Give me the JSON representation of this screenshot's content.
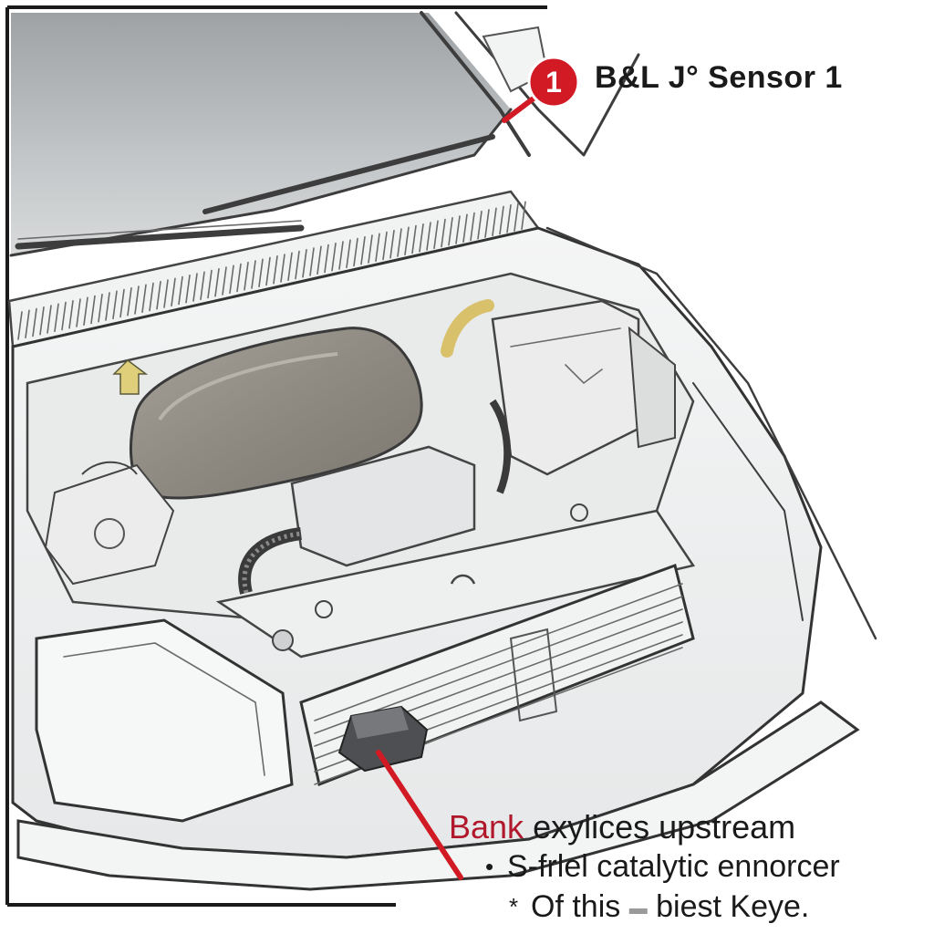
{
  "callout": {
    "number": "1",
    "label": "B&L J° Sensor 1",
    "color": "#d11a24"
  },
  "caption": {
    "heading_accent": "Bank",
    "heading_rest": " exylices upstream",
    "lines": [
      {
        "bullet": "•",
        "text": "S-frlel catalytic ennorcer"
      },
      {
        "bullet": "*",
        "text": "Of this",
        "smudge": "▬",
        "text_after": " biest Keye."
      }
    ]
  },
  "colors": {
    "accent": "#b2182b",
    "pointer": "#d11a24",
    "engine_cover": "#8e8a82",
    "windshield": "#b9bcbe",
    "tube": "#d9c06a"
  }
}
